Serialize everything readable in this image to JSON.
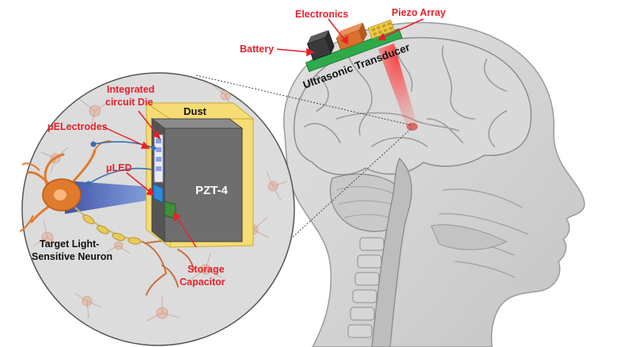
{
  "labels": {
    "electronics": "Electronics",
    "piezo_array": "Piezo Array",
    "battery": "Battery",
    "ultrasonic_transducer": "Ultrasonic Transducer",
    "integrated_circuit_line1": "Integrated",
    "integrated_circuit_line2": "circuit  Die",
    "dust": "Dust",
    "uelectrodes": "μELectrodes",
    "uled": "μLED",
    "pzt4": "PZT-4",
    "target_neuron_line1": "Target Light-",
    "target_neuron_line2": "Sensitive Neuron",
    "storage_line1": "Storage",
    "storage_line2": "Capacitor"
  },
  "colors": {
    "label_red": "#e8202a",
    "label_black": "#111111",
    "board_green": "#2eaa4a",
    "electronics_orange": "#d9702d",
    "battery_dark": "#3a3a3a",
    "piezo_yellow": "#f2d24a",
    "beam_red": "#e11b1b",
    "pzt_gray": "#6e6e6e",
    "dust_frame_yellow": "#f5dc74",
    "led_blue": "#2f8ad8",
    "capacitor_green": "#3f8e3a",
    "neuron_orange": "#e07a2c",
    "beam_blue": "#2a4fb8",
    "head_gray": "#cfcfcf",
    "circle_bg": "#dcdcdc"
  }
}
